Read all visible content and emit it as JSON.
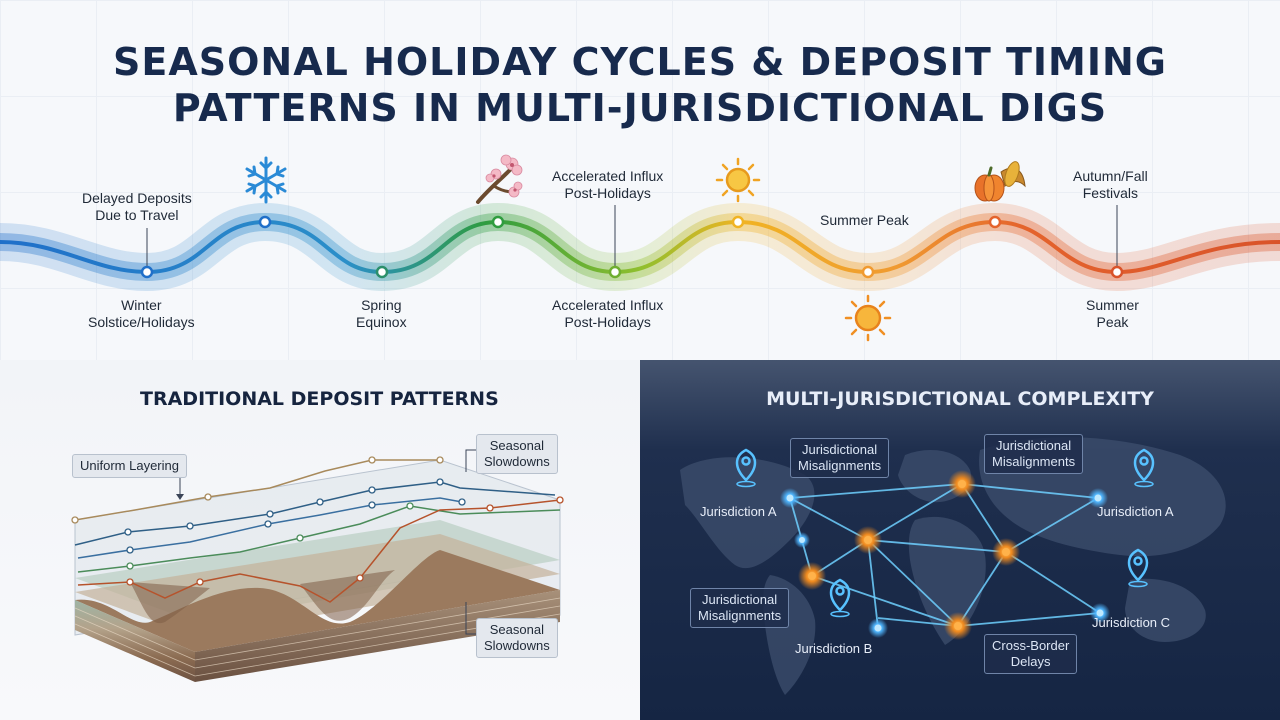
{
  "title": {
    "line1": "SEASONAL HOLIDAY CYCLES & DEPOSIT TIMING",
    "line2": "PATTERNS IN MULTI-JURISDICTIONAL DIGS"
  },
  "timeline": {
    "labels_top": {
      "delayed": [
        "Delayed Deposits",
        "Due to Travel"
      ],
      "accel": [
        "Accelerated Influx",
        "Post-Holidays"
      ],
      "summer": [
        "Summer Peak"
      ],
      "autumn": [
        "Autumn/Fall",
        "Festivals"
      ]
    },
    "labels_bottom": {
      "winter": [
        "Winter",
        "Solstice/Holidays"
      ],
      "spring": [
        "Spring",
        "Equinox"
      ],
      "accel": [
        "Accelerated Influx",
        "Post-Holidays"
      ],
      "summer": [
        "Summer",
        "Peak"
      ]
    },
    "colors": {
      "winter": "#1f6fc9",
      "spring": "#2f9c3f",
      "summer": "#f0b323",
      "autumn": "#d9532a"
    },
    "icons": [
      "snowflake-icon",
      "blossom-icon",
      "sun-icon",
      "pumpkin-icon"
    ]
  },
  "left_panel": {
    "title": "TRADITIONAL DEPOSIT PATTERNS",
    "callouts": {
      "uniform": "Uniform Layering",
      "seasonal_top": [
        "Seasonal",
        "Slowdowns"
      ],
      "seasonal_bottom": [
        "Seasonal",
        "Slowdowns"
      ]
    }
  },
  "right_panel": {
    "title": "MULTI-JURISDICTIONAL COMPLEXITY",
    "callouts": {
      "mis1": [
        "Jurisdictional",
        "Misalignments"
      ],
      "mis2": [
        "Jurisdictional",
        "Misalignments"
      ],
      "mis3": [
        "Jurisdictional",
        "Misalignments"
      ],
      "cross": [
        "Cross-Border",
        "Delays"
      ]
    },
    "jurisdictions": {
      "a_left": "Jurisdiction A",
      "a_right": "Jurisdiction A",
      "b": "Jurisdiction B",
      "c": "Jurisdiction C"
    }
  }
}
